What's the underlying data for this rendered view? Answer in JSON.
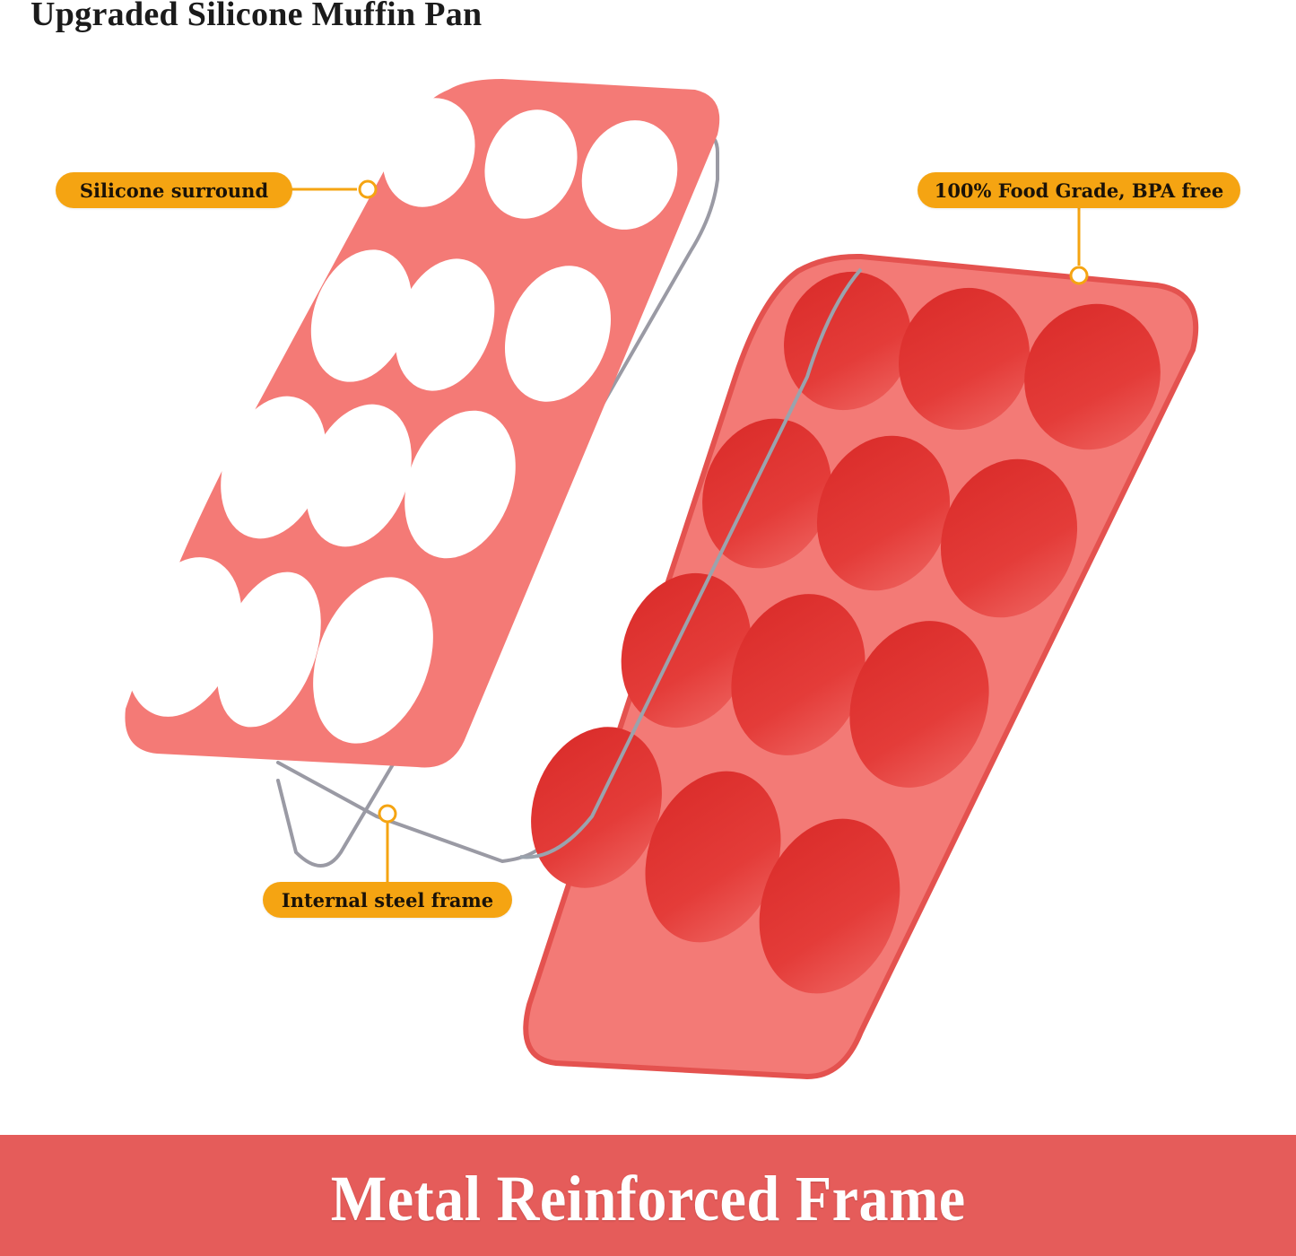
{
  "header": {
    "title": "Upgraded Silicone Muffin Pan"
  },
  "callouts": [
    {
      "id": "silicone-surround",
      "label": "Silicone surround"
    },
    {
      "id": "food-grade",
      "label": "100% Food Grade, BPA free"
    },
    {
      "id": "steel-frame",
      "label": "Internal steel frame"
    }
  ],
  "banner": {
    "text": "Metal Reinforced Frame",
    "color": "#e55c5a"
  },
  "colors": {
    "callout": "#f5a412",
    "silicone_light": "#f47a76",
    "silicone_pan": "#ef5b58",
    "cup_inner": "#e3322f"
  }
}
